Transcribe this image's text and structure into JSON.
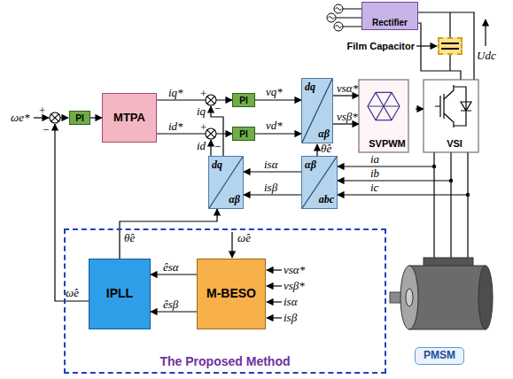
{
  "diagram": {
    "nodes": [
      {
        "text": [
          "PI"
        ]
      },
      {
        "text": [
          "MTPA"
        ]
      },
      {
        "text": [
          "PI"
        ]
      },
      {
        "text": [
          "PI"
        ]
      },
      {
        "text": [
          "dq",
          "αβ"
        ]
      },
      {
        "text": [
          "SVPWM"
        ]
      },
      {
        "text": [
          "VSI"
        ]
      },
      {
        "text": [
          "Rectifier"
        ]
      },
      {
        "text": [
          "Film Capacitor"
        ]
      },
      {
        "text": [
          "dq",
          "αβ"
        ]
      },
      {
        "text": [
          "αβ",
          "abc"
        ]
      },
      {
        "text": [
          "The Proposed Method"
        ]
      },
      {
        "text": [
          "IPLL"
        ],
        "in": 11
      },
      {
        "text": [
          "M-BESO"
        ],
        "in": 11
      },
      {
        "text": [
          "PMSM"
        ]
      }
    ],
    "edges": [
      {
        "from": 0,
        "to": 1,
        "arrow": "to"
      },
      {
        "from": 1,
        "to": 2,
        "arrow": "to"
      },
      {
        "from": 1,
        "to": 3,
        "arrow": "to"
      },
      {
        "from": 2,
        "to": 4,
        "arrow": "to"
      },
      {
        "from": 3,
        "to": 4,
        "arrow": "to"
      },
      {
        "from": 4,
        "to": 5,
        "arrow": "to"
      },
      {
        "from": 4,
        "to": 5,
        "arrow": "to"
      },
      {
        "from": 5,
        "to": 6,
        "arrow": "to"
      },
      {
        "from": 10,
        "to": 9,
        "arrow": "to"
      },
      {
        "from": 10,
        "to": 9,
        "arrow": "to"
      },
      {
        "from": 13,
        "to": 12,
        "arrow": "to"
      },
      {
        "from": 13,
        "to": 12,
        "arrow": "to"
      },
      {
        "from": 12,
        "to": 9,
        "arrow": "to"
      }
    ],
    "labels": [
      "ωe*",
      "+",
      "−",
      "iq*",
      "id*",
      "+",
      "−",
      "iq",
      "+",
      "−",
      "id",
      "vq*",
      "vd*",
      "vsα*",
      "vsβ*",
      "θ̂e",
      "isα",
      "isβ",
      "ia",
      "ib",
      "ic",
      "Udc",
      "θ̂e",
      "ω̂e",
      "êsα",
      "êsβ",
      "ω̂e",
      "vsα*",
      "vsβ*",
      "isα",
      "isβ"
    ]
  }
}
